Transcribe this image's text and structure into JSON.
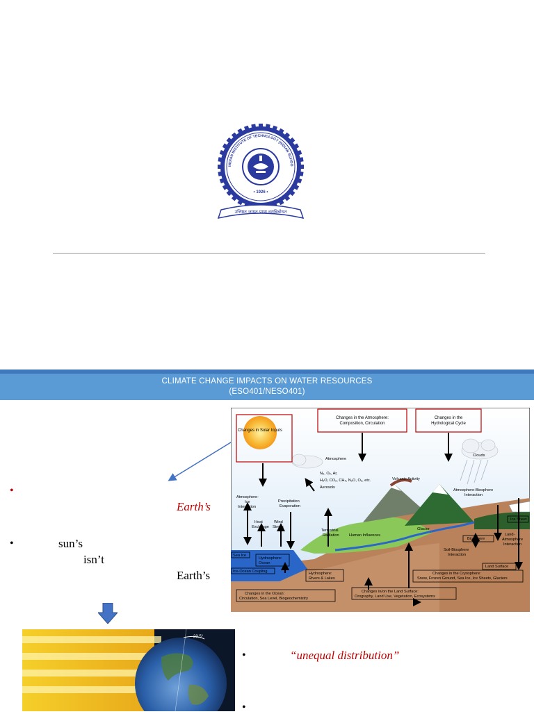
{
  "header": {
    "line1": "CLIMATE CHANGE IMPACTS ON WATER RESOURCES",
    "line2": "(ESO401/NESO401)",
    "band_color": "#5b9bd5",
    "band_top_color": "#3f78bd"
  },
  "logo": {
    "icon": "institute-seal-icon",
    "ring_text": "INDIAN INSTITUTE OF TECHNOLOGY (INDIAN SCHOOL OF MINES) DHANBAD",
    "hindi_text": "भारतीय प्रौद्योगिकी संस्थान (भारतीय खनि विद्यापीठ)",
    "year": "• 1926 •",
    "motto": "उत्तिष्ठत जाग्रत प्राप्य वरान्निबोधत"
  },
  "left_text": {
    "earths_red": "Earth’s",
    "suns": "sun’s",
    "isnt": "isn’t",
    "earths": "Earth’s",
    "bullet_red": "•",
    "bullet": "•"
  },
  "right_text": {
    "unequal": "“unequal distribution”",
    "bullet": "•"
  },
  "diagram": {
    "solar": "Changes in Solar Inputs",
    "atmos_box": [
      "Changes in the Atmosphere:",
      "Composition, Circulation"
    ],
    "hydro_box": [
      "Changes in the",
      "Hydrological Cycle"
    ],
    "atmosphere": "Atmosphere",
    "clouds": "Clouds",
    "gases_line1": "N₂, O₂, Ar,",
    "gases_line2": "H₂O, CO₂, CH₄, N₂O, O₃, etc.",
    "aerosols": "Aerosols",
    "volcanic": "Volcanic Activity",
    "atm_ice": [
      "Atmosphere-",
      "Ice",
      "Interaction"
    ],
    "precip": [
      "Precipitation",
      "Evaporation"
    ],
    "heat": [
      "Heat",
      "Exchange"
    ],
    "wind": [
      "Wind",
      "Stress"
    ],
    "terrestrial": [
      "Terrestrial",
      "Radiation"
    ],
    "human": "Human Influences",
    "atm_bio": [
      "Atmosphere-Biosphere",
      "Interaction"
    ],
    "ice_sheet": "Ice Sheet",
    "glacier": "Glacier",
    "biosphere": "Biosphere",
    "land_atm": [
      "Land-",
      "Atmosphere",
      "Interaction"
    ],
    "sea_ice": "Sea Ice",
    "hydro_ocean": [
      "Hydrosphere:",
      "Ocean"
    ],
    "soil_bio": [
      "Soil-Biosphere",
      "Interaction"
    ],
    "land_surface": "Land Surface",
    "ice_ocean": "Ice-Ocean Coupling",
    "hydro_rivers": [
      "Hydrosphere:",
      "Rivers & Lakes"
    ],
    "cryo": [
      "Changes in the Cryosphere:",
      "Snow, Frozen Ground, Sea Ice, Ice Sheets, Glaciers"
    ],
    "ocean": [
      "Changes in the Ocean:",
      "Circulation, Sea Level, Biogeochemistry"
    ],
    "land": [
      "Changes in/on the Land Surface:",
      "Orography, Land Use, Vegetation, Ecosystems"
    ]
  },
  "earth_image": {
    "tilt": "23.5°",
    "icon": "earth-sunlight-icon"
  }
}
